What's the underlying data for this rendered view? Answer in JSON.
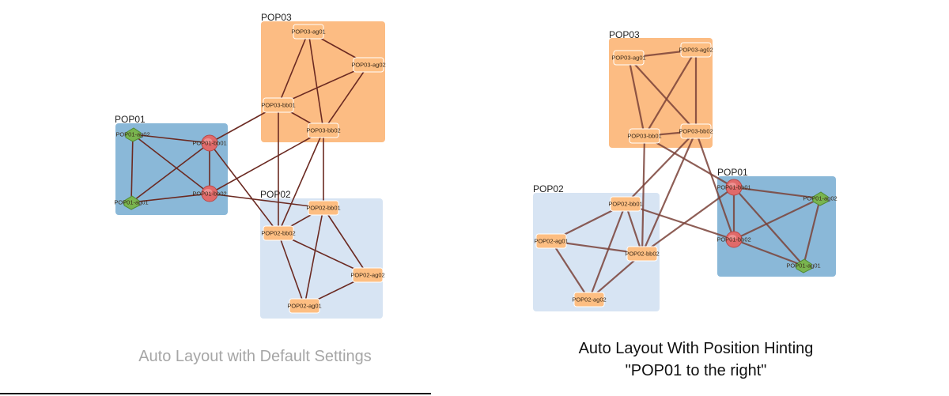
{
  "captions": {
    "left": "Auto Layout with Default Settings",
    "right_line1": "Auto Layout With Position Hinting",
    "right_line2": "\"POP01 to the right\""
  },
  "colors": {
    "pop01_group": "#8ab8d8",
    "pop02_group": "#d7e4f3",
    "pop03_group": "#fcbc83",
    "agg_box": "#fdbe82",
    "router": "#e06a6a",
    "switch": "#79b44f",
    "link": "#6b2a22"
  },
  "diagrams": {
    "left": {
      "groups": {
        "pop01": {
          "label": "POP01"
        },
        "pop02": {
          "label": "POP02"
        },
        "pop03": {
          "label": "POP03"
        }
      },
      "nodes": {
        "pop01_ag01": {
          "label": "POP01-ag01",
          "kind": "switch"
        },
        "pop01_ag02": {
          "label": "POP01-ag02",
          "kind": "switch"
        },
        "pop01_bb01": {
          "label": "POP01-bb01",
          "kind": "router"
        },
        "pop01_bb02": {
          "label": "POP01-bb02",
          "kind": "router"
        },
        "pop02_ag01": {
          "label": "POP02-ag01",
          "kind": "box"
        },
        "pop02_ag02": {
          "label": "POP02-ag02",
          "kind": "box"
        },
        "pop02_bb01": {
          "label": "POP02-bb01",
          "kind": "box"
        },
        "pop02_bb02": {
          "label": "POP02-bb02",
          "kind": "box"
        },
        "pop03_ag01": {
          "label": "POP03-ag01",
          "kind": "box"
        },
        "pop03_ag02": {
          "label": "POP03-ag02",
          "kind": "box"
        },
        "pop03_bb01": {
          "label": "POP03-bb01",
          "kind": "box"
        },
        "pop03_bb02": {
          "label": "POP03-bb02",
          "kind": "box"
        }
      }
    },
    "right": {
      "groups": {
        "pop01": {
          "label": "POP01"
        },
        "pop02": {
          "label": "POP02"
        },
        "pop03": {
          "label": "POP03"
        }
      },
      "nodes": {
        "pop01_ag01": {
          "label": "POP01-ag01",
          "kind": "switch"
        },
        "pop01_ag02": {
          "label": "POP01-ag02",
          "kind": "switch"
        },
        "pop01_bb01": {
          "label": "POP01-bb01",
          "kind": "router"
        },
        "pop01_bb02": {
          "label": "POP01-bb02",
          "kind": "router"
        },
        "pop02_ag01": {
          "label": "POP02-ag01",
          "kind": "box"
        },
        "pop02_ag02": {
          "label": "POP02-ag02",
          "kind": "box"
        },
        "pop02_bb01": {
          "label": "POP02-bb01",
          "kind": "box"
        },
        "pop02_bb02": {
          "label": "POP02-bb02",
          "kind": "box"
        },
        "pop03_ag01": {
          "label": "POP03-ag01",
          "kind": "box"
        },
        "pop03_ag02": {
          "label": "POP03-ag02",
          "kind": "box"
        },
        "pop03_bb01": {
          "label": "POP03-bb01",
          "kind": "box"
        },
        "pop03_bb02": {
          "label": "POP03-bb02",
          "kind": "box"
        }
      }
    }
  },
  "links": [
    [
      "pop01_ag01",
      "pop01_ag02"
    ],
    [
      "pop01_ag01",
      "pop01_bb01"
    ],
    [
      "pop01_ag01",
      "pop01_bb02"
    ],
    [
      "pop01_ag02",
      "pop01_bb01"
    ],
    [
      "pop01_ag02",
      "pop01_bb02"
    ],
    [
      "pop01_bb01",
      "pop01_bb02"
    ],
    [
      "pop01_bb01",
      "pop03_bb01"
    ],
    [
      "pop01_bb01",
      "pop02_bb02"
    ],
    [
      "pop01_bb02",
      "pop03_bb02"
    ],
    [
      "pop01_bb02",
      "pop02_bb01"
    ],
    [
      "pop02_bb01",
      "pop02_bb02"
    ],
    [
      "pop02_bb01",
      "pop02_ag01"
    ],
    [
      "pop02_bb01",
      "pop02_ag02"
    ],
    [
      "pop02_bb02",
      "pop02_ag01"
    ],
    [
      "pop02_bb02",
      "pop02_ag02"
    ],
    [
      "pop02_ag01",
      "pop02_ag02"
    ],
    [
      "pop02_bb01",
      "pop03_bb02"
    ],
    [
      "pop02_bb02",
      "pop03_bb01"
    ],
    [
      "pop02_bb02",
      "pop03_bb02"
    ],
    [
      "pop03_bb01",
      "pop03_bb02"
    ],
    [
      "pop03_ag01",
      "pop03_ag02"
    ],
    [
      "pop03_ag01",
      "pop03_bb01"
    ],
    [
      "pop03_ag01",
      "pop03_bb02"
    ],
    [
      "pop03_ag02",
      "pop03_bb01"
    ],
    [
      "pop03_ag02",
      "pop03_bb02"
    ]
  ]
}
